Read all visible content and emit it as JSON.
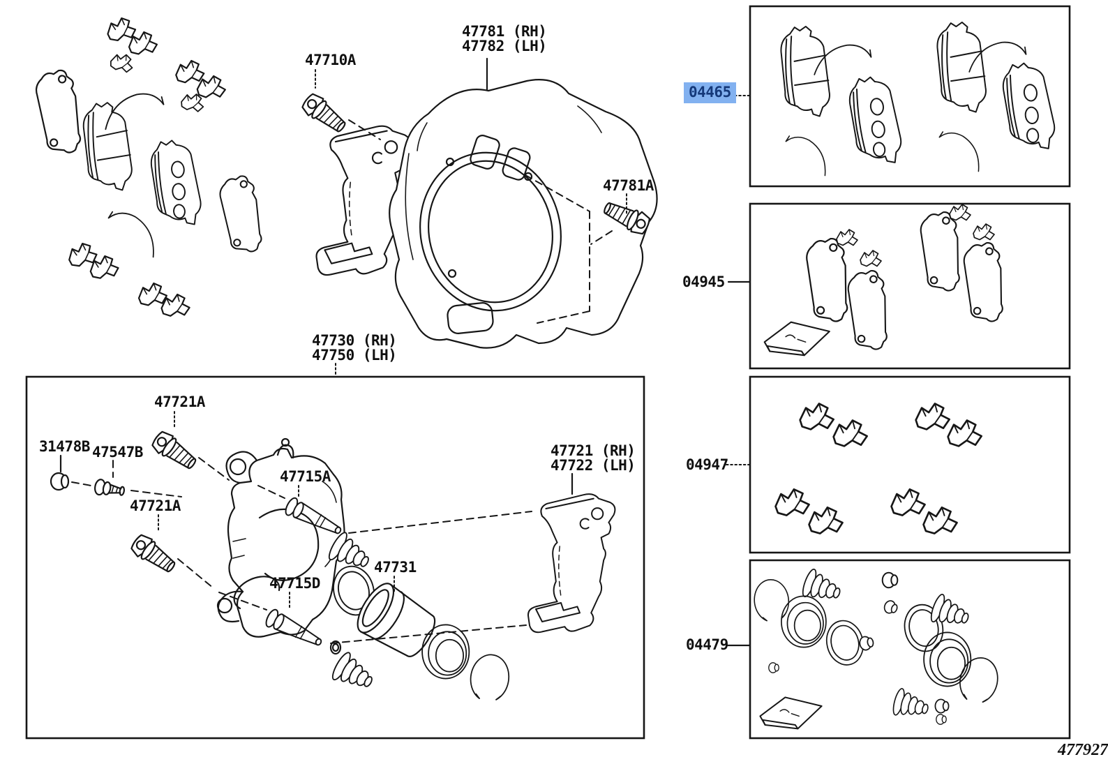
{
  "figure": {
    "number": "477927"
  },
  "colors": {
    "line": "#161616",
    "highlight_bg": "#82b1f0",
    "highlight_text": "#15397a",
    "background": "#ffffff"
  },
  "diagram": {
    "callouts": [
      {
        "id": "47710A",
        "lines": [
          "47710A"
        ]
      },
      {
        "id": "47781-47782",
        "lines": [
          "47781 (RH)",
          "47782 (LH)"
        ]
      },
      {
        "id": "47781A",
        "lines": [
          "47781A"
        ]
      },
      {
        "id": "47730-47750",
        "lines": [
          "47730 (RH)",
          "47750 (LH)"
        ]
      },
      {
        "id": "47721A-upper",
        "lines": [
          "47721A"
        ]
      },
      {
        "id": "31478B",
        "lines": [
          "31478B"
        ]
      },
      {
        "id": "47547B",
        "lines": [
          "47547B"
        ]
      },
      {
        "id": "47721A-lower",
        "lines": [
          "47721A"
        ]
      },
      {
        "id": "47715A",
        "lines": [
          "47715A"
        ]
      },
      {
        "id": "47715D",
        "lines": [
          "47715D"
        ]
      },
      {
        "id": "47731",
        "lines": [
          "47731"
        ]
      },
      {
        "id": "47721-47722",
        "lines": [
          "47721 (RH)",
          "47722 (LH)"
        ]
      }
    ],
    "kits": [
      {
        "code": "04465",
        "highlighted": true,
        "content": "front disc brake pad kit"
      },
      {
        "code": "04945",
        "highlighted": false,
        "content": "anti squeal shim kit"
      },
      {
        "code": "04947",
        "highlighted": false,
        "content": "pad support plate fitting kit"
      },
      {
        "code": "04479",
        "highlighted": false,
        "content": "disc brake cylinder seal kit"
      }
    ]
  }
}
